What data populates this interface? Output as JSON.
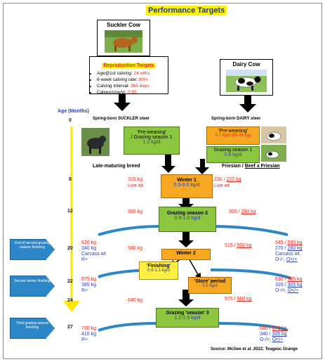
{
  "title": "Performance Targets",
  "suckler": {
    "heading": "Suckler Cow"
  },
  "reproduction": {
    "heading": "Reproduction Targets",
    "items": [
      {
        "label": "Age@1st calving:",
        "value": "24 mths"
      },
      {
        "label": "6-week calving rate:",
        "value": "80%"
      },
      {
        "label": "Calving interval:",
        "value": "365 days"
      },
      {
        "label": "Calves/cow/yr:",
        "value": "0.95"
      }
    ]
  },
  "dairy": {
    "heading": "Dairy Cow"
  },
  "age_axis": {
    "title": "Age (Months)",
    "ticks": [
      "0",
      "8",
      "12",
      "20",
      "22",
      "24",
      "27"
    ]
  },
  "left_stream": {
    "heading": "Spring-born SUCKLER steer",
    "breed": "Late-maturing breed"
  },
  "right_stream": {
    "heading": "Spring-born DAIRY steer",
    "breed_a": "Friesian",
    "breed_sep": " / ",
    "breed_b": "Beef x Friesian"
  },
  "pre_weaning_left": {
    "line1": "'Pre-weaning'",
    "line2": "/ Grazing season 1",
    "rate": "1.2 kg/d"
  },
  "pre_weaning_right": {
    "line1": "'Pre-weaning'",
    "rate": "0.7 kg/d (85-90 kg)"
  },
  "grazing1_right": {
    "label": "Grazing season 1",
    "rate": "0.8 kg/d"
  },
  "winter1": {
    "label": "Winter 1",
    "rate": "0.5-0.6 kg/d"
  },
  "grazing2": {
    "label": "Grazing season 2",
    "rate": "0.9-1.0 kg/d"
  },
  "winter2": {
    "label": "Winter 2"
  },
  "finishing": {
    "label": "'Finishing'",
    "rate": "0.9-1.1 kg/d"
  },
  "store": {
    "label": "'Store' period",
    "rate": "0.5 kg/d"
  },
  "grazing3": {
    "label": "Grazing 'season' 3",
    "rate": "1.2-1.5 kg/d"
  },
  "weights": {
    "w8_left": "315 kg",
    "w8_left_sub": "Live wt.",
    "w8_right_a": "230",
    "w8_right_sep": " / ",
    "w8_right_b": "220 kg",
    "w8_right_sub": "Live wt.",
    "w12_left": "380 kg",
    "w12_right_a": "305",
    "w12_right_sep": " / ",
    "w12_right_b": "290 kg",
    "w20_left": "580 kg",
    "w20_right_a": "515",
    "w20_right_sep": " / ",
    "w20_right_b": "500 kg",
    "w24_left": "640 kg",
    "w24_right_a": "575",
    "w24_right_sep": " / ",
    "w24_right_b": "560 kg"
  },
  "outcomes": {
    "left20": {
      "live": "620 kg",
      "carcass": "340 kg",
      "note": "Carcass wt.",
      "grade": "R+"
    },
    "right20": {
      "live_a": "545",
      "live_b": "530 kg",
      "carcass_a": "270",
      "carcass_b": "280 kg",
      "note": "Carcass wt.",
      "grade_a": "O-/-",
      "grade_b": "O=/+"
    },
    "left22": {
      "live": "675 kg",
      "carcass": "385 kg",
      "grade": "R+"
    },
    "right22": {
      "live_a": "630",
      "live_b": "585 kg",
      "carcass_a": "320",
      "carcass_b": "305 kg",
      "grade_a": "O-/=",
      "grade_b": "O=/+"
    },
    "left27": {
      "live": "730 kg",
      "carcass": "410 kg",
      "grade": "R+"
    },
    "right27": {
      "live_a": "680",
      "live_b": "670 kg",
      "carcass_a": "340",
      "carcass_b": "335 kg",
      "grade_a": "O-/=",
      "grade_b": "O=/+"
    }
  },
  "side_labels": {
    "s20": "End of second grazing season finishing",
    "s22": "Second winter finishing",
    "s27": "Third grazing season finishing"
  },
  "source": "Source: McGee et al. 2022; Teagasc Grange",
  "colors": {
    "green": "#8cc63f",
    "orange": "#f7a823",
    "yellow": "#ffee44",
    "blue_arrow": "#2c87c9",
    "red_text": "#e0261b",
    "navy_text": "#2b3fa8"
  },
  "icons": [
    "suckler-cow-photo",
    "dairy-cow-photo",
    "calf-photo"
  ]
}
